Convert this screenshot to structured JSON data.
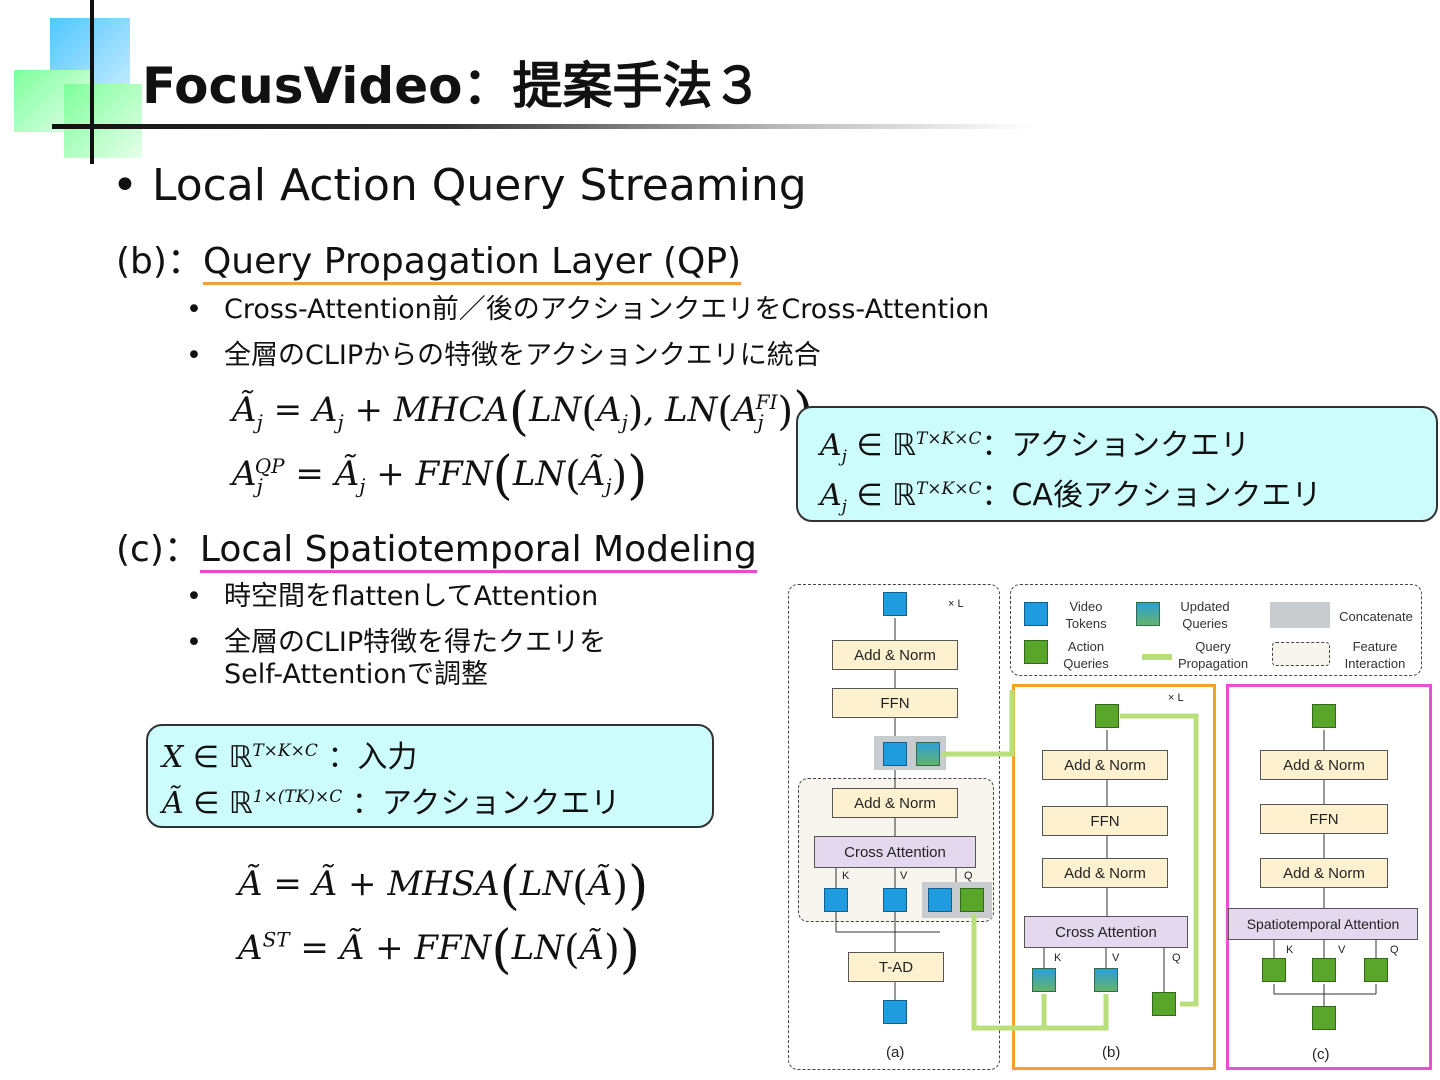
{
  "title": "FocusVideo：提案手法３",
  "main_bullet": "Local Action Query Streaming",
  "section_b": {
    "prefix": "(b)：",
    "heading": "Query Propagation Layer (QP)",
    "bullets": [
      "Cross-Attention前／後のアクションクエリをCross-Attention",
      "全層のCLIPからの特徴をアクションクエリに統合"
    ],
    "defs": [
      {
        "symbol": "A",
        "sub": "j",
        "set": "ℝ",
        "sup": "T×K×C",
        "desc": "：アクションクエリ"
      },
      {
        "symbol": "A",
        "sub": "j",
        "set": "ℝ",
        "sup": "T×K×C",
        "desc": "：CA後アクションクエリ"
      }
    ]
  },
  "section_c": {
    "prefix": "(c)：",
    "heading": "Local Spatiotemporal Modeling",
    "bullets": [
      "時空間をflattenしてAttention",
      "全層のCLIP特徴を得たクエリを",
      "Self-Attentionで調整"
    ],
    "defs": [
      {
        "symbol": "X",
        "set": "ℝ",
        "sup": "T×K×C",
        "desc": "：入力"
      },
      {
        "symbol": "Ã",
        "set": "ℝ",
        "sup": "1×(TK)×C",
        "desc": "：アクションクエリ"
      }
    ]
  },
  "figure": {
    "legend": {
      "video_tokens": "Video\nTokens",
      "updated_queries": "Updated\nQueries",
      "concatenate": "Concatenate",
      "action_queries": "Action\nQueries",
      "query_propagation": "Query\nPropagation",
      "feature_interaction": "Feature\nInteraction"
    },
    "panel_a": {
      "label": "(a)",
      "repeat": "× L",
      "blocks": [
        "Add & Norm",
        "FFN",
        "Add & Norm",
        "Cross Attention",
        "T-AD"
      ],
      "kvq": [
        "K",
        "V",
        "Q"
      ]
    },
    "panel_b": {
      "label": "(b)",
      "repeat": "× L",
      "blocks": [
        "Add & Norm",
        "FFN",
        "Add & Norm",
        "Cross Attention"
      ],
      "kvq": [
        "K",
        "V",
        "Q"
      ]
    },
    "panel_c": {
      "label": "(c)",
      "blocks": [
        "Add & Norm",
        "FFN",
        "Add & Norm",
        "Spatiotemporal  Attention"
      ],
      "kvq": [
        "K",
        "V",
        "Q"
      ]
    },
    "colors": {
      "orange_frame": "#f5a02a",
      "pink_frame": "#e84fd2",
      "legend_arrow": "#b8df7a"
    }
  }
}
